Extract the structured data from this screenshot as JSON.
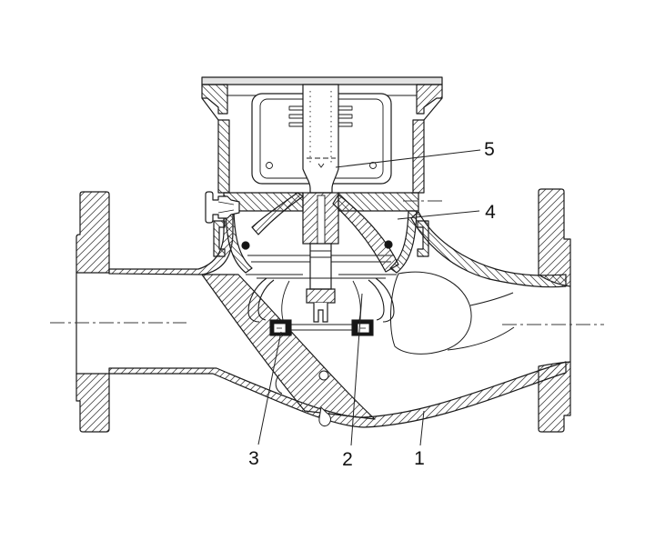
{
  "figure": {
    "type": "technical-section-drawing",
    "background": "#ffffff",
    "line_color": "#1b1b1b",
    "callouts": [
      {
        "label": "1"
      },
      {
        "label": "2"
      },
      {
        "label": "3"
      },
      {
        "label": "4"
      },
      {
        "label": "5"
      }
    ]
  }
}
